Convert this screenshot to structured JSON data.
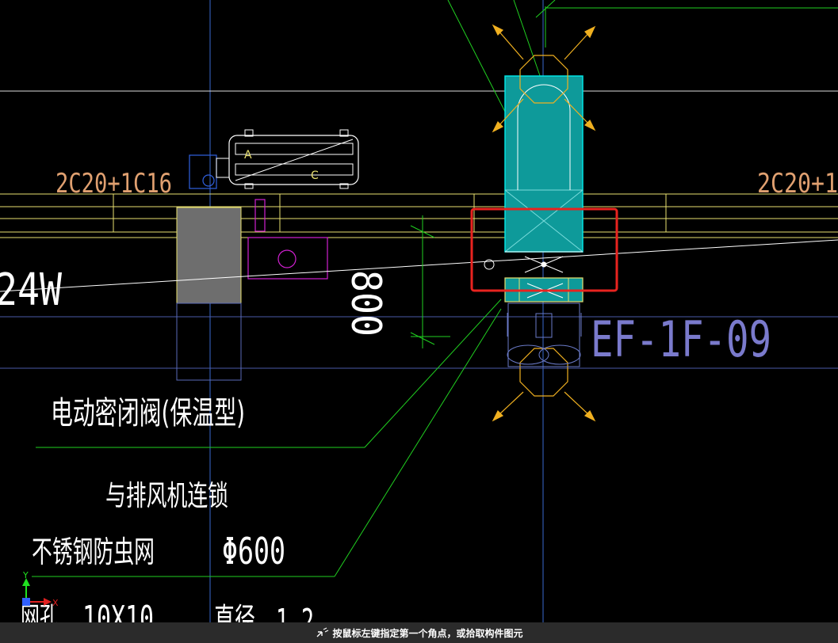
{
  "drawing": {
    "rebar_left": "2C20+1C16",
    "rebar_right": "2C20+1",
    "power_label": "24W",
    "dimension": "800",
    "fan_tag": "EF-1F-09",
    "damper_label": "电动密闭阀(保温型)",
    "interlock_label": "与排风机连锁",
    "mesh_label": "不锈钢防虫网",
    "diameter_label": "Φ600",
    "mesh_hole_label": "网孔",
    "mesh_size": "10X10,",
    "wire_label": "直径",
    "wire_size": "1.2",
    "ucs_y": "Y",
    "ucs_x": "X",
    "letter_a": "A",
    "letter_c": "C"
  },
  "status": {
    "prompt": "按鼠标左键指定第一个角点，或拾取构件图元"
  },
  "colors": {
    "background": "#000000",
    "highlight": "#e8231f",
    "duct_fill": "#0e9a9a",
    "duct_edge": "#00e5e5",
    "rebar_text": "#e0a070",
    "tag_text": "#7a7acc"
  }
}
